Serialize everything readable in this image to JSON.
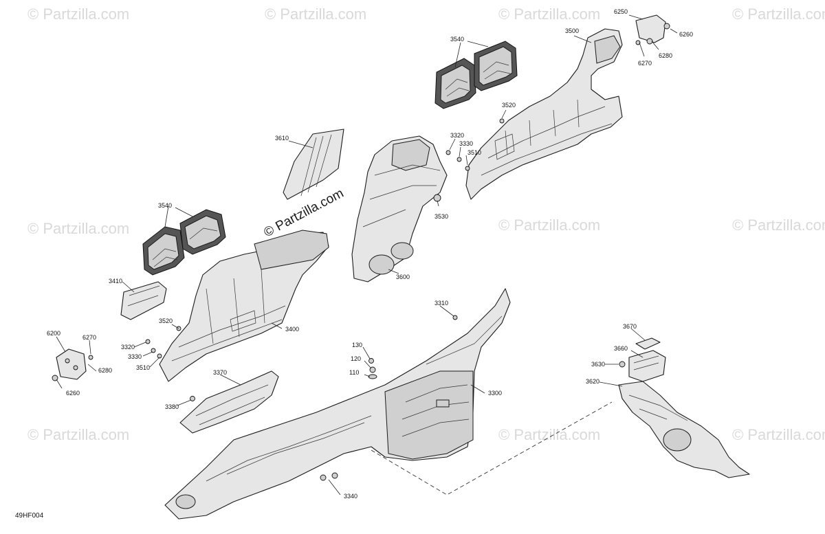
{
  "watermark": {
    "text": "© Partzilla.com",
    "main_text": "© Partzilla.com"
  },
  "diagram_code": "49HF004",
  "callouts": [
    "6250",
    "6260",
    "6280",
    "6270",
    "3500",
    "3540",
    "3520",
    "3320",
    "3330",
    "3510",
    "3610",
    "3530",
    "3600",
    "3540",
    "3410",
    "3520",
    "3400",
    "3320",
    "3330",
    "3510",
    "6200",
    "6270",
    "6280",
    "6260",
    "3310",
    "130",
    "120",
    "110",
    "3370",
    "3380",
    "3300",
    "3340",
    "3670",
    "3660",
    "3630",
    "3620"
  ]
}
